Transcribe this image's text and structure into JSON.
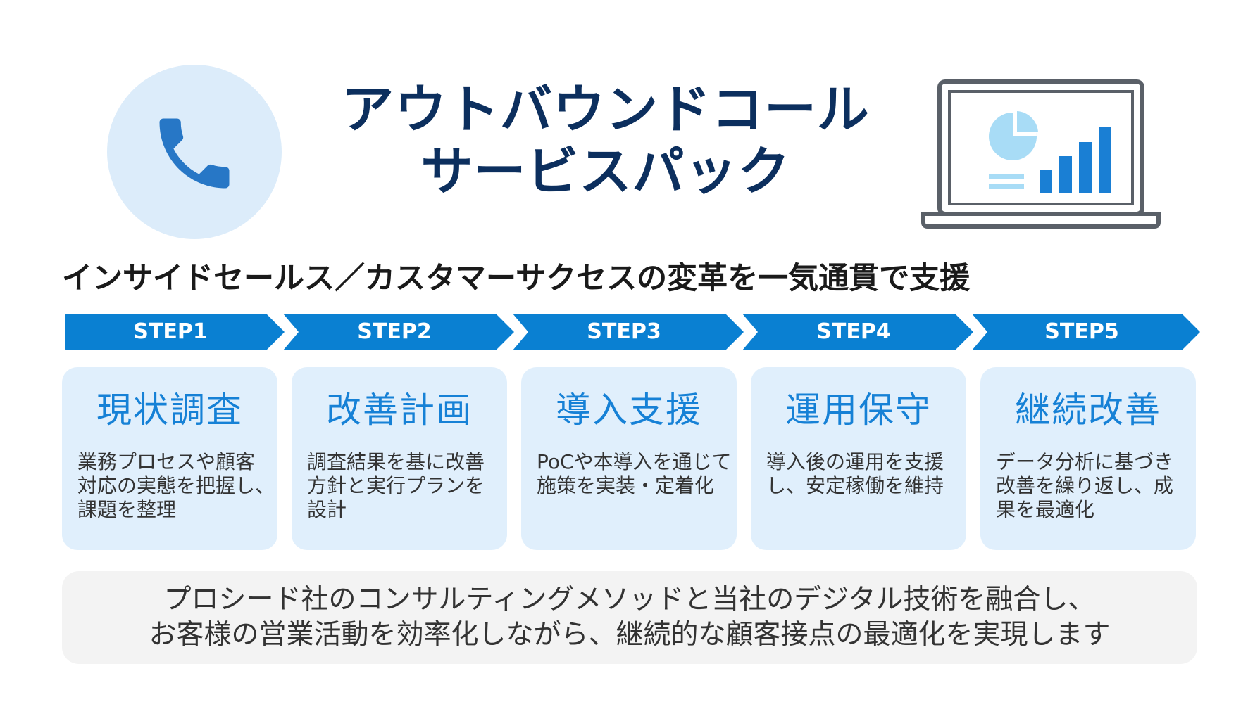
{
  "header": {
    "title_line1": "アウトバウンドコール",
    "title_line2": "サービスパック",
    "icons": [
      "phone-icon",
      "laptop-chart-icon"
    ]
  },
  "subtitle": "インサイドセールス／カスタマーサクセスの変革を一気通貫で支援",
  "steps": [
    {
      "label": "STEP1",
      "title": "現状調査",
      "desc": [
        "業務プロセスや顧客",
        "対応の実態を把握し、",
        "課題を整理"
      ]
    },
    {
      "label": "STEP2",
      "title": "改善計画",
      "desc": [
        "調査結果を基に改善",
        "方針と実行プランを",
        "設計"
      ]
    },
    {
      "label": "STEP3",
      "title": "導入支援",
      "desc": [
        "PoCや本導入を通じて",
        "施策を実装・定着化"
      ]
    },
    {
      "label": "STEP4",
      "title": "運用保守",
      "desc": [
        "導入後の運用を支援",
        "し、安定稼働を維持"
      ]
    },
    {
      "label": "STEP5",
      "title": "継続改善",
      "desc": [
        "データ分析に基づき",
        "改善を繰り返し、成",
        "果を最適化"
      ]
    }
  ],
  "footer": {
    "line1": "プロシード社のコンサルティングメソッドと当社のデジタル技術を融合し、",
    "line2": "お客様の営業活動を効率化しながら、継続的な顧客接点の最適化を実現します"
  },
  "colors": {
    "title": "#0c2f5e",
    "accent": "#0a80d2",
    "card_bg": "#e0effc",
    "card_title": "#1681d6",
    "icon_circle": "#dcecfa",
    "footer_bg": "#f3f3f3"
  }
}
